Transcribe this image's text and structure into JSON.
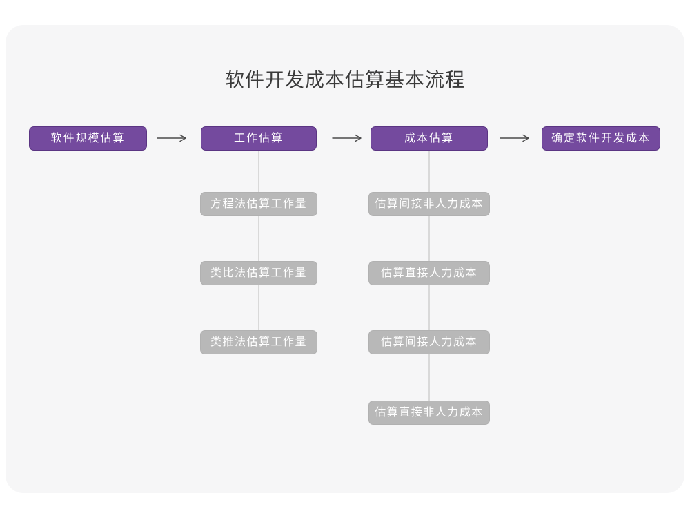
{
  "page": {
    "title": "软件开发成本估算基本流程"
  },
  "colors": {
    "accent_purple": "#744a9e",
    "purple_border": "#5b3583",
    "gray_node": "#b8b8b8",
    "card_background": "#f6f6f7",
    "page_background": "#ffffff",
    "connector_line": "#d9d9d9",
    "arrow_stroke": "#4a4a4a",
    "title_text": "#3b3b3b",
    "node_text": "#ffffff"
  },
  "icons": {
    "flow_arrow": "→"
  },
  "flow": {
    "stages": [
      {
        "label": "软件规模估算"
      },
      {
        "label": "工作估算",
        "children": [
          "方程法估算工作量",
          "类比法估算工作量",
          "类推法估算工作量"
        ]
      },
      {
        "label": "成本估算",
        "children": [
          "估算间接非人力成本",
          "估算直接人力成本",
          "估算间接人力成本",
          "估算直接非人力成本"
        ]
      },
      {
        "label": "确定软件开发成本"
      }
    ]
  }
}
